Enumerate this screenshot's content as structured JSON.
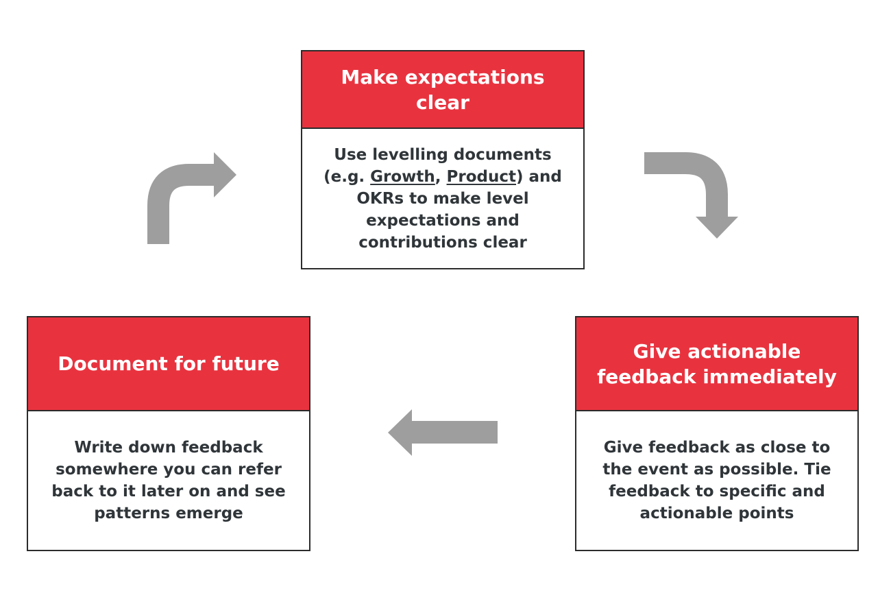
{
  "colors": {
    "header_red": "#e8333f",
    "border": "#2b2b2b",
    "body_text": "#2f3539",
    "arrow_gray": "#9e9e9e"
  },
  "cards": {
    "top": {
      "title": "Make expectations clear",
      "body_prefix": "Use levelling documents (e.g. ",
      "link_1": "Growth",
      "separator": ", ",
      "link_2": "Product",
      "body_suffix": ") and OKRs to make level expectations and contributions clear"
    },
    "right": {
      "title": "Give actionable feedback immediately",
      "body": "Give feedback as close to the event as possible. Tie feedback to specific and actionable points"
    },
    "left": {
      "title": "Document for future",
      "body": "Write down feedback somewhere you can refer back to it later on and see patterns emerge"
    }
  },
  "arrows": [
    {
      "icon": "curved-arrow-up-right-icon"
    },
    {
      "icon": "curved-arrow-right-down-icon"
    },
    {
      "icon": "arrow-left-icon"
    }
  ]
}
